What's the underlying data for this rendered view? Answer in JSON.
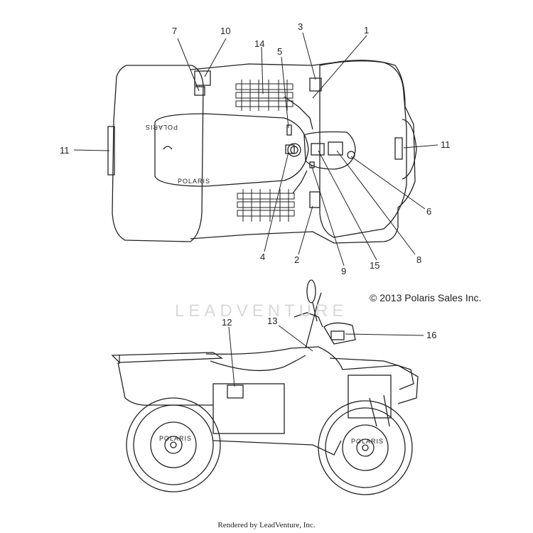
{
  "callouts": {
    "c1": "1",
    "c2": "2",
    "c3": "3",
    "c4": "4",
    "c5": "5",
    "c6": "6",
    "c7": "7",
    "c8": "8",
    "c9": "9",
    "c10": "10",
    "c11a": "11",
    "c11b": "11",
    "c12": "12",
    "c13": "13",
    "c14": "14",
    "c15": "15",
    "c16": "16"
  },
  "decals": {
    "fender_brand_top": "POLARIS",
    "fender_brand_bottom": "POLARIS",
    "rear_wheel_hub": "POLARIS",
    "front_wheel_hub": "POLARIS"
  },
  "copyright": "© 2013 Polaris Sales Inc.",
  "watermark": "LEADVENTURE",
  "footer": "Rendered by LeadVenture, Inc."
}
